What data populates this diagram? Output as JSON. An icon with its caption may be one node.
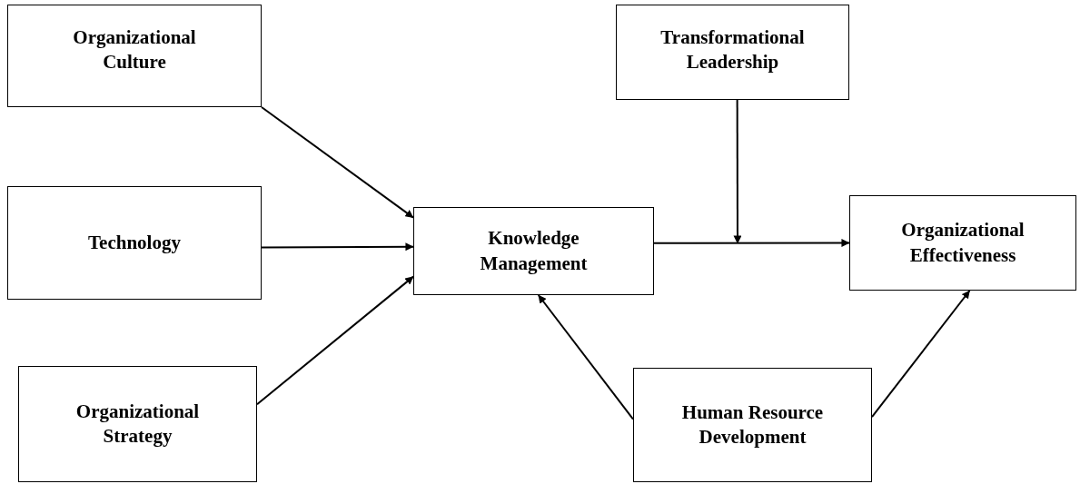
{
  "diagram": {
    "nodes": [
      {
        "text": [
          "Organizational Culture"
        ]
      },
      {
        "text": [
          "Technology"
        ]
      },
      {
        "text": [
          "Organizational Strategy"
        ]
      },
      {
        "text": [
          "Transformational Leadership"
        ]
      },
      {
        "text": [
          "Knowledge Management"
        ]
      },
      {
        "text": [
          "Organizational Effectiveness"
        ]
      },
      {
        "text": [
          "Human Resource Development"
        ]
      }
    ],
    "edges": [
      {
        "from": 0,
        "to": 4,
        "arrow": "to"
      },
      {
        "from": 1,
        "to": 4,
        "arrow": "to"
      },
      {
        "from": 2,
        "to": 4,
        "arrow": "to"
      },
      {
        "from": 3,
        "to": null,
        "arrow": "to"
      },
      {
        "from": 4,
        "to": 5,
        "arrow": "to"
      },
      {
        "from": 6,
        "to": 4,
        "arrow": "to"
      },
      {
        "from": 6,
        "to": 5,
        "arrow": "to"
      }
    ]
  }
}
